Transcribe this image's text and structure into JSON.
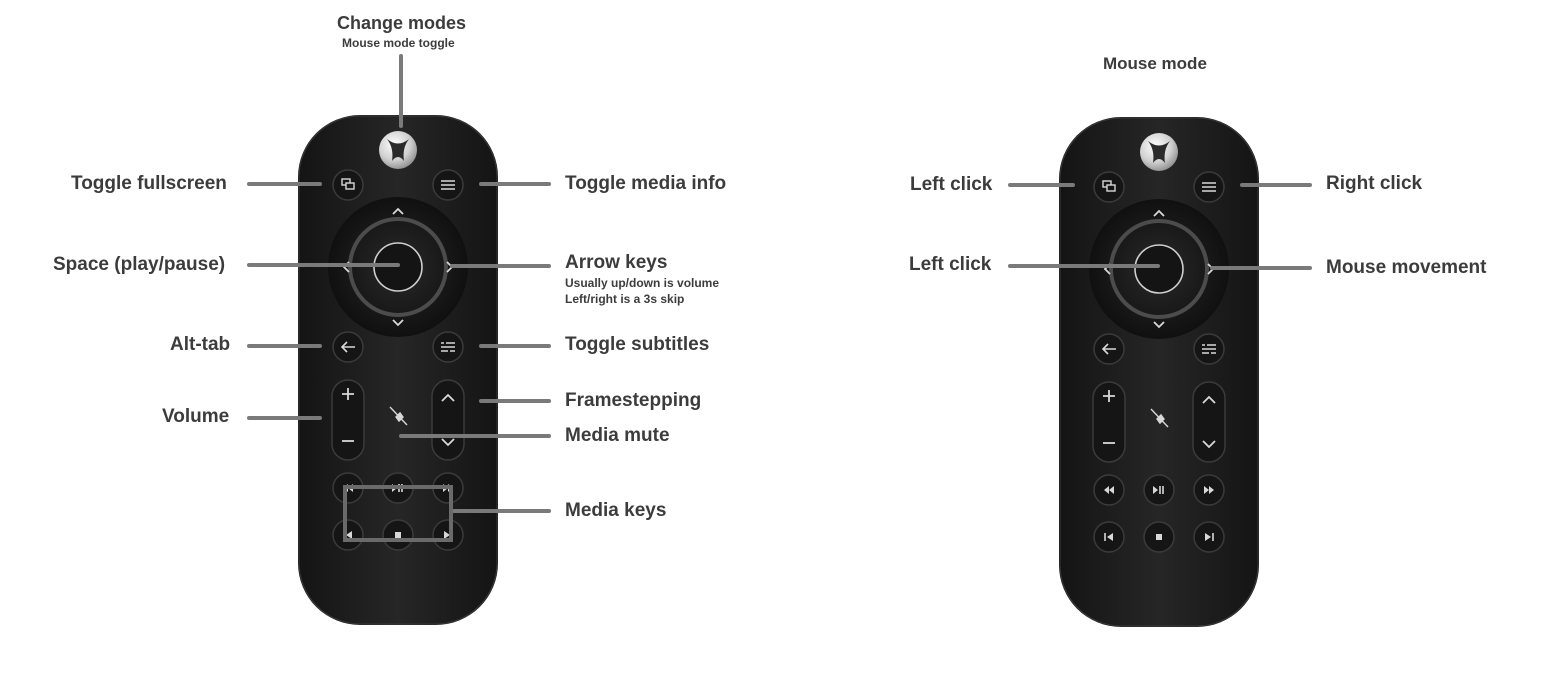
{
  "left_diagram": {
    "title": "Change modes",
    "subtitle": "Mouse mode toggle",
    "labels": {
      "view_button": "Toggle fullscreen",
      "menu_button": "Toggle media info",
      "select_button": "Space (play/pause)",
      "dpad": "Arrow keys",
      "dpad_note_1": "Usually up/down is volume",
      "dpad_note_2": "Left/right is a 3s skip",
      "back_button": "Alt-tab",
      "subtitles_button": "Toggle subtitles",
      "volume_rocker": "Volume",
      "channel_rocker": "Framestepping",
      "mute_button": "Media mute",
      "media_keys": "Media keys"
    }
  },
  "right_diagram": {
    "title": "Mouse mode",
    "labels": {
      "view_button": "Left click",
      "menu_button": "Right click",
      "select_button": "Left click",
      "dpad": "Mouse movement"
    }
  },
  "remote_glyphs": {
    "plus": "+",
    "minus": "−",
    "up": "⌃",
    "down": "⌄",
    "rewind": "◂◂",
    "play_pause": "▸II",
    "fast_forward": "▸▸",
    "prev": "I◂",
    "stop": "■",
    "next": "▸I"
  },
  "colors": {
    "remote_body": "#1c1c1c",
    "leader_line": "#7a7a7a",
    "label_text": "#3c3c3c"
  }
}
